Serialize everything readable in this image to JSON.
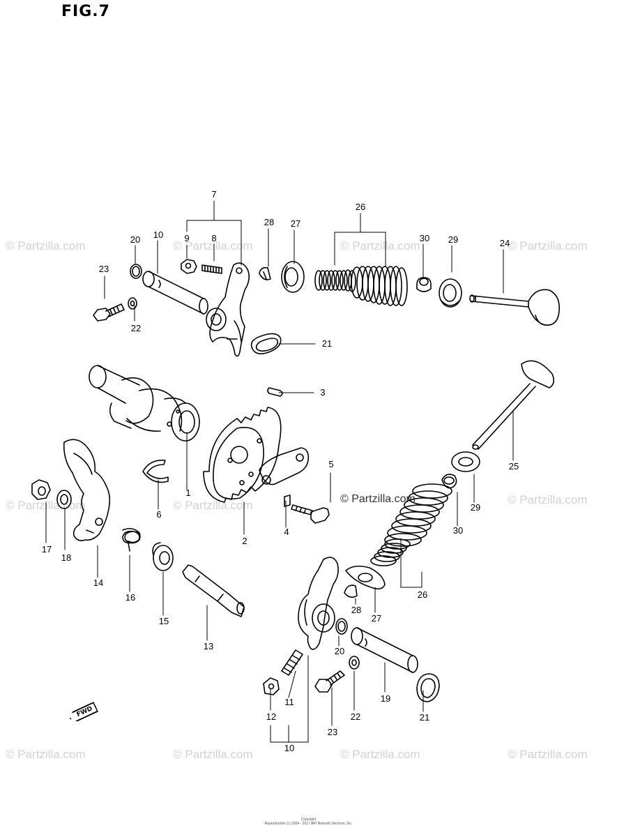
{
  "figure_title": "FIG.7",
  "watermark_text": "© Partzilla.com",
  "watermark_center_text": "© Partzilla.com",
  "fwd_label": "FWD",
  "copyright_line1": "Copyright",
  "copyright_line2": "Reproduction (c) 2004 - 2017 ARI Network Services, Inc.",
  "callouts": {
    "c7": "7",
    "c9": "9",
    "c8": "8",
    "c10a": "10",
    "c20a": "20",
    "c23a": "23",
    "c22a": "22",
    "c28a": "28",
    "c27a": "27",
    "c26a": "26",
    "c30a": "30",
    "c29a": "29",
    "c24": "24",
    "c21a": "21",
    "c3": "3",
    "c5": "5",
    "c4": "4",
    "c2": "2",
    "c1": "1",
    "c6": "6",
    "c17": "17",
    "c18": "18",
    "c14": "14",
    "c16": "16",
    "c15": "15",
    "c13": "13",
    "c25": "25",
    "c29b": "29",
    "c30b": "30",
    "c26b": "26",
    "c28b": "28",
    "c27b": "27",
    "c20b": "20",
    "c19": "19",
    "c21b": "21",
    "c22b": "22",
    "c23b": "23",
    "c11": "11",
    "c12": "12",
    "c10b": "10"
  },
  "colors": {
    "ink": "#000000",
    "watermark": "#d2d2d2",
    "background": "#ffffff"
  }
}
